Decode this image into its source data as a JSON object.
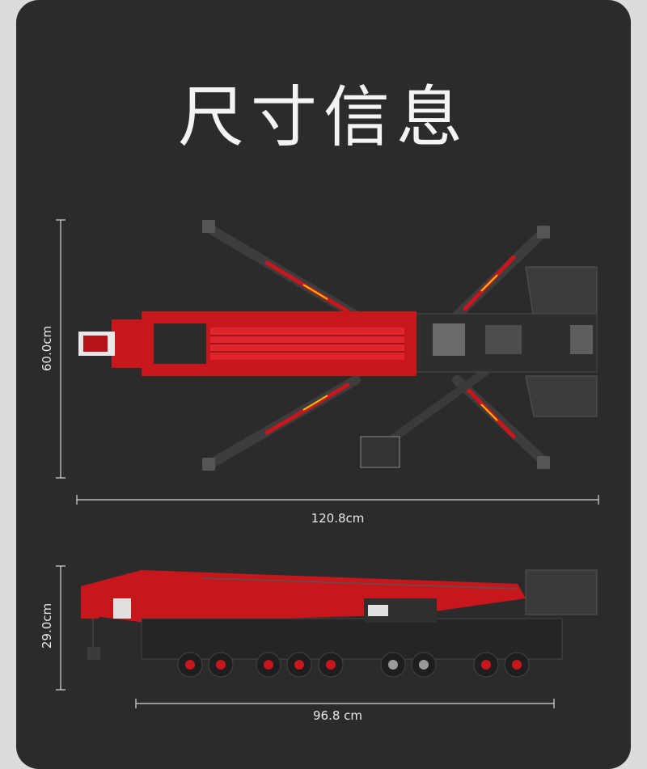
{
  "title": "尺寸信息",
  "top_view": {
    "width_label": "120.8cm",
    "height_label": "60.0cm"
  },
  "side_view": {
    "width_label": "96.8 cm",
    "height_label": "29.0cm"
  },
  "colors": {
    "background": "#2b2b2b",
    "page": "#dcdcdc",
    "crane_red": "#c8161d",
    "crane_black": "#1c1c1c",
    "dimension_line": "#d8d8d8"
  }
}
